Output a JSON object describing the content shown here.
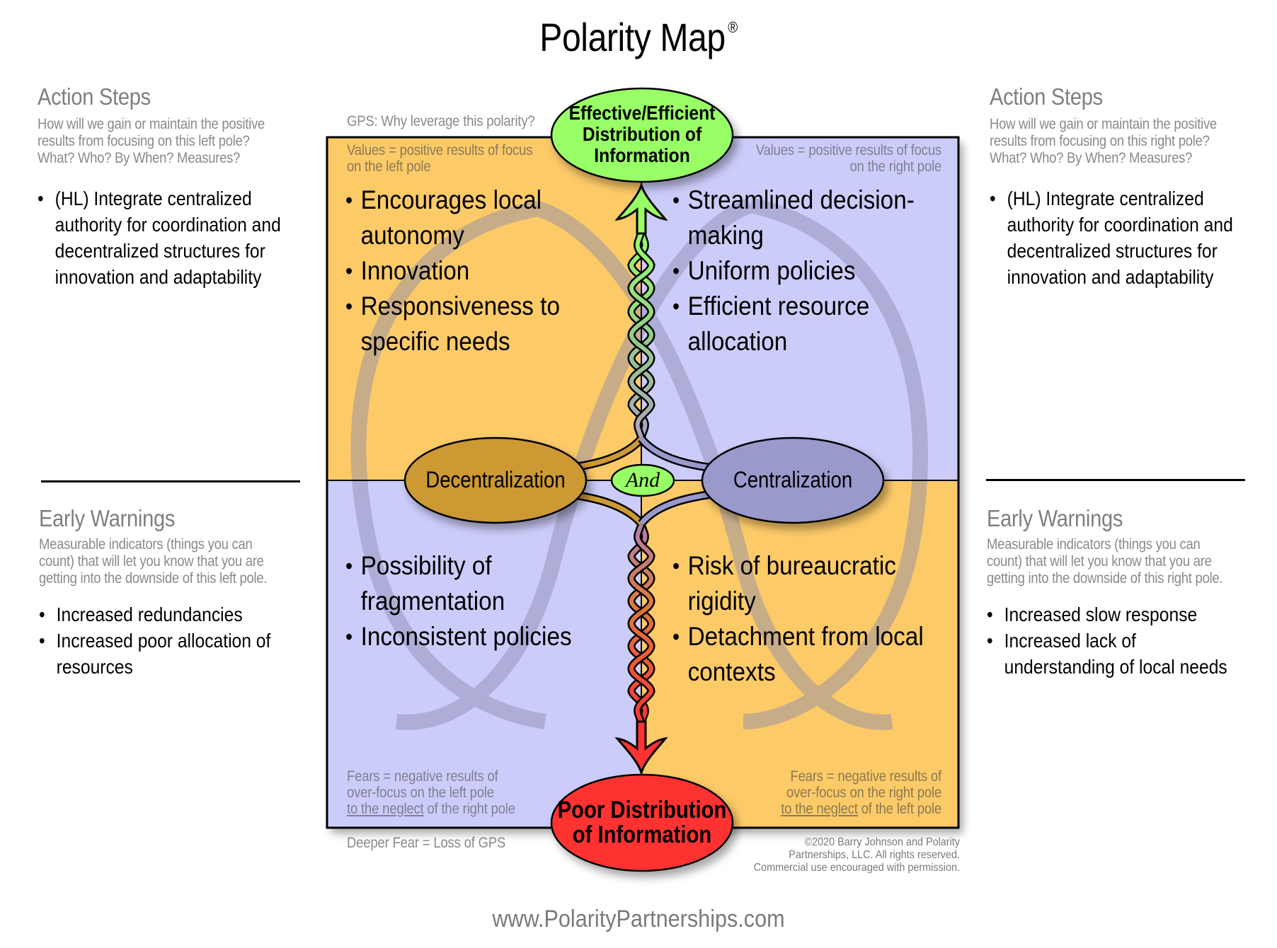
{
  "title": "Polarity Map",
  "title_mark": "®",
  "left_panel": {
    "action_steps": {
      "heading": "Action Steps",
      "description": [
        "How will we gain or maintain the positive",
        "results from focusing on this left pole?",
        "What? Who? By When? Measures?"
      ],
      "items": [
        "(HL) Integrate centralized",
        "authority for coordination and",
        "decentralized structures for",
        "innovation and adaptability"
      ]
    },
    "early_warnings": {
      "heading": "Early Warnings",
      "description": [
        "Measurable indicators (things you can",
        "count) that will let you know that you are",
        "getting into the downside of this left pole."
      ],
      "items": [
        [
          "Increased redundancies"
        ],
        [
          "Increased poor allocation of",
          "resources"
        ]
      ]
    }
  },
  "right_panel": {
    "action_steps": {
      "heading": "Action Steps",
      "description": [
        "How will we gain or maintain the positive",
        "results from focusing on this right pole?",
        "What? Who? By When? Measures?"
      ],
      "items": [
        "(HL) Integrate centralized",
        "authority for coordination and",
        "decentralized structures for",
        "innovation and adaptability"
      ]
    },
    "early_warnings": {
      "heading": "Early Warnings",
      "description": [
        "Measurable indicators (things you can",
        "count) that will let you know that you are",
        "getting into the downside of this right pole."
      ],
      "items": [
        [
          "Increased slow response"
        ],
        [
          "Increased lack of",
          "understanding of local needs"
        ]
      ]
    }
  },
  "gps_question": "GPS: Why leverage this polarity?",
  "deeper_fear": "Deeper Fear = Loss of GPS",
  "quadrants": {
    "upper_left": {
      "label": [
        "Values = positive results of focus",
        "on the left pole"
      ],
      "items": [
        [
          "Encourages local",
          "autonomy"
        ],
        [
          "Innovation"
        ],
        [
          "Responsiveness to",
          "specific needs"
        ]
      ]
    },
    "upper_right": {
      "label": [
        "Values = positive results of focus",
        "on the right pole"
      ],
      "items": [
        [
          "Streamlined decision-",
          "making"
        ],
        [
          "Uniform policies"
        ],
        [
          "Efficient resource",
          "allocation"
        ]
      ]
    },
    "lower_left": {
      "label_1": "Fears = negative results of",
      "label_2": "over-focus on the left pole",
      "label_3_underlined": "to the neglect",
      "label_3_rest": " of the right pole",
      "items": [
        [
          "Possibility of",
          "fragmentation"
        ],
        [
          "Inconsistent policies"
        ]
      ]
    },
    "lower_right": {
      "label_1": "Fears = negative results of",
      "label_2": "over-focus on the right pole",
      "label_3_underlined": "to the neglect",
      "label_3_rest": " of the left pole",
      "items": [
        [
          "Risk of bureaucratic",
          "rigidity"
        ],
        [
          "Detachment from local",
          "contexts"
        ]
      ]
    }
  },
  "poles": {
    "left": "Decentralization",
    "right": "Centralization",
    "connector": "And"
  },
  "greater_purpose": [
    "Effective/Efficient",
    "Distribution of",
    "Information"
  ],
  "deeper_fear_statement": [
    "Poor Distribution",
    "of Information"
  ],
  "copyright": [
    "©2020 Barry Johnson and Polarity",
    "Partnerships, LLC. All rights reserved.",
    "Commercial use encouraged with permission."
  ],
  "website": "www.PolarityPartnerships.com",
  "colors": {
    "values_left_bg": "#fdca68",
    "values_right_bg": "#ccccfa",
    "left_pole": "#cc9933",
    "right_pole": "#9999cc",
    "gps_green": "#99ff66",
    "fear_red": "#ff3333"
  }
}
